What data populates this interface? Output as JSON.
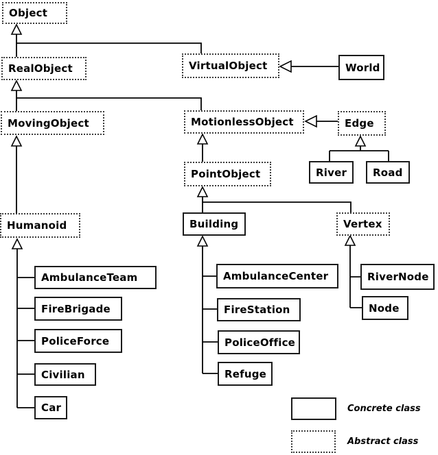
{
  "diagram": {
    "classes": {
      "object": {
        "label": "Object",
        "type": "abstract"
      },
      "real_object": {
        "label": "RealObject",
        "type": "abstract"
      },
      "virtual_object": {
        "label": "VirtualObject",
        "type": "abstract"
      },
      "world": {
        "label": "World",
        "type": "concrete"
      },
      "moving_object": {
        "label": "MovingObject",
        "type": "abstract"
      },
      "motionless_object": {
        "label": "MotionlessObject",
        "type": "abstract"
      },
      "edge": {
        "label": "Edge",
        "type": "abstract"
      },
      "river": {
        "label": "River",
        "type": "concrete"
      },
      "road": {
        "label": "Road",
        "type": "concrete"
      },
      "point_object": {
        "label": "PointObject",
        "type": "abstract"
      },
      "humanoid": {
        "label": "Humanoid",
        "type": "abstract"
      },
      "building": {
        "label": "Building",
        "type": "concrete"
      },
      "vertex": {
        "label": "Vertex",
        "type": "abstract"
      },
      "ambulance_team": {
        "label": "AmbulanceTeam",
        "type": "concrete"
      },
      "fire_brigade": {
        "label": "FireBrigade",
        "type": "concrete"
      },
      "police_force": {
        "label": "PoliceForce",
        "type": "concrete"
      },
      "civilian": {
        "label": "Civilian",
        "type": "concrete"
      },
      "car": {
        "label": "Car",
        "type": "concrete"
      },
      "ambulance_center": {
        "label": "AmbulanceCenter",
        "type": "concrete"
      },
      "fire_station": {
        "label": "FireStation",
        "type": "concrete"
      },
      "police_office": {
        "label": "PoliceOffice",
        "type": "concrete"
      },
      "refuge": {
        "label": "Refuge",
        "type": "concrete"
      },
      "river_node": {
        "label": "RiverNode",
        "type": "concrete"
      },
      "node": {
        "label": "Node",
        "type": "concrete"
      }
    },
    "legend": {
      "concrete_label": "Concrete class",
      "abstract_label": "Abstract class"
    },
    "colors": {
      "line": "#000000",
      "background": "#ffffff",
      "text": "#000000"
    }
  }
}
